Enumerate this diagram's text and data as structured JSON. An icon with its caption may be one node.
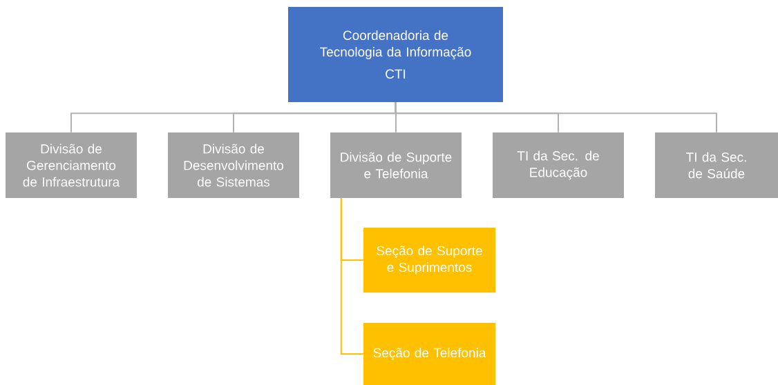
{
  "diagram": {
    "nodes": [
      {
        "text": [
          "Coordenadoria de Tecnologia da Informação",
          "CTI"
        ]
      },
      {
        "text": [
          "Divisão de Gerenciamento de Infraestrutura"
        ]
      },
      {
        "text": [
          "Divisão de Desenvolvimento de Sistemas"
        ]
      },
      {
        "text": [
          "Divisão de Suporte e Telefonia"
        ]
      },
      {
        "text": [
          "TI da Sec. de Educação"
        ]
      },
      {
        "text": [
          "TI da Sec. de Saúde"
        ]
      },
      {
        "text": [
          "Seção de Suporte e Suprimentos"
        ]
      },
      {
        "text": [
          "Seção de Telefonia"
        ]
      }
    ],
    "edges": [
      {
        "from": 0,
        "to": 1,
        "arrow": "none"
      },
      {
        "from": 0,
        "to": 2,
        "arrow": "none"
      },
      {
        "from": 0,
        "to": 3,
        "arrow": "none"
      },
      {
        "from": 0,
        "to": 4,
        "arrow": "none"
      },
      {
        "from": 0,
        "to": 5,
        "arrow": "none"
      },
      {
        "from": 3,
        "to": 6,
        "arrow": "none",
        "color": "#ffc000"
      },
      {
        "from": 3,
        "to": 7,
        "arrow": "none",
        "color": "#ffc000"
      }
    ]
  }
}
